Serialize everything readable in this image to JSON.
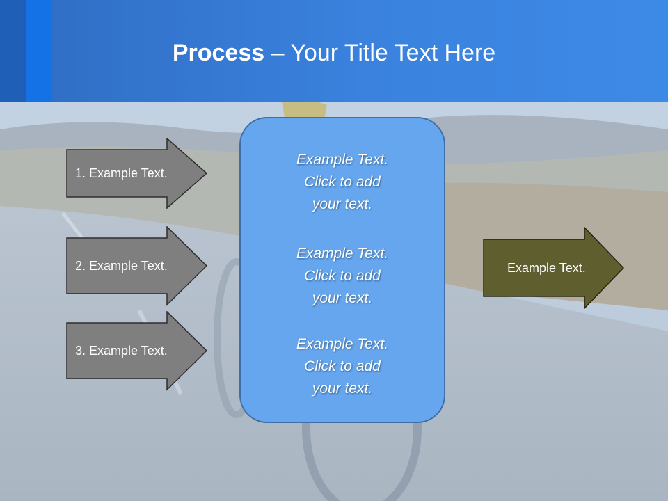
{
  "slide": {
    "title_bold": "Process",
    "title_rest": " – Your Title Text Here",
    "left_arrows": [
      {
        "label": "1. Example Text."
      },
      {
        "label": "2. Example Text."
      },
      {
        "label": "3. Example Text."
      }
    ],
    "center_items": [
      {
        "line1": "Example Text.",
        "line2": "Click  to add",
        "line3": "your text."
      },
      {
        "line1": "Example Text.",
        "line2": "Click  to add",
        "line3": "your text."
      },
      {
        "line1": "Example Text.",
        "line2": "Click  to add",
        "line3": "your text."
      }
    ],
    "right_arrow": {
      "label": "Example Text."
    }
  },
  "colors": {
    "header": "#3a82de",
    "left_arrow_fill": "#7f7f7f",
    "center_box_fill": "#65a6ee",
    "right_arrow_fill": "#5e5e2e"
  }
}
